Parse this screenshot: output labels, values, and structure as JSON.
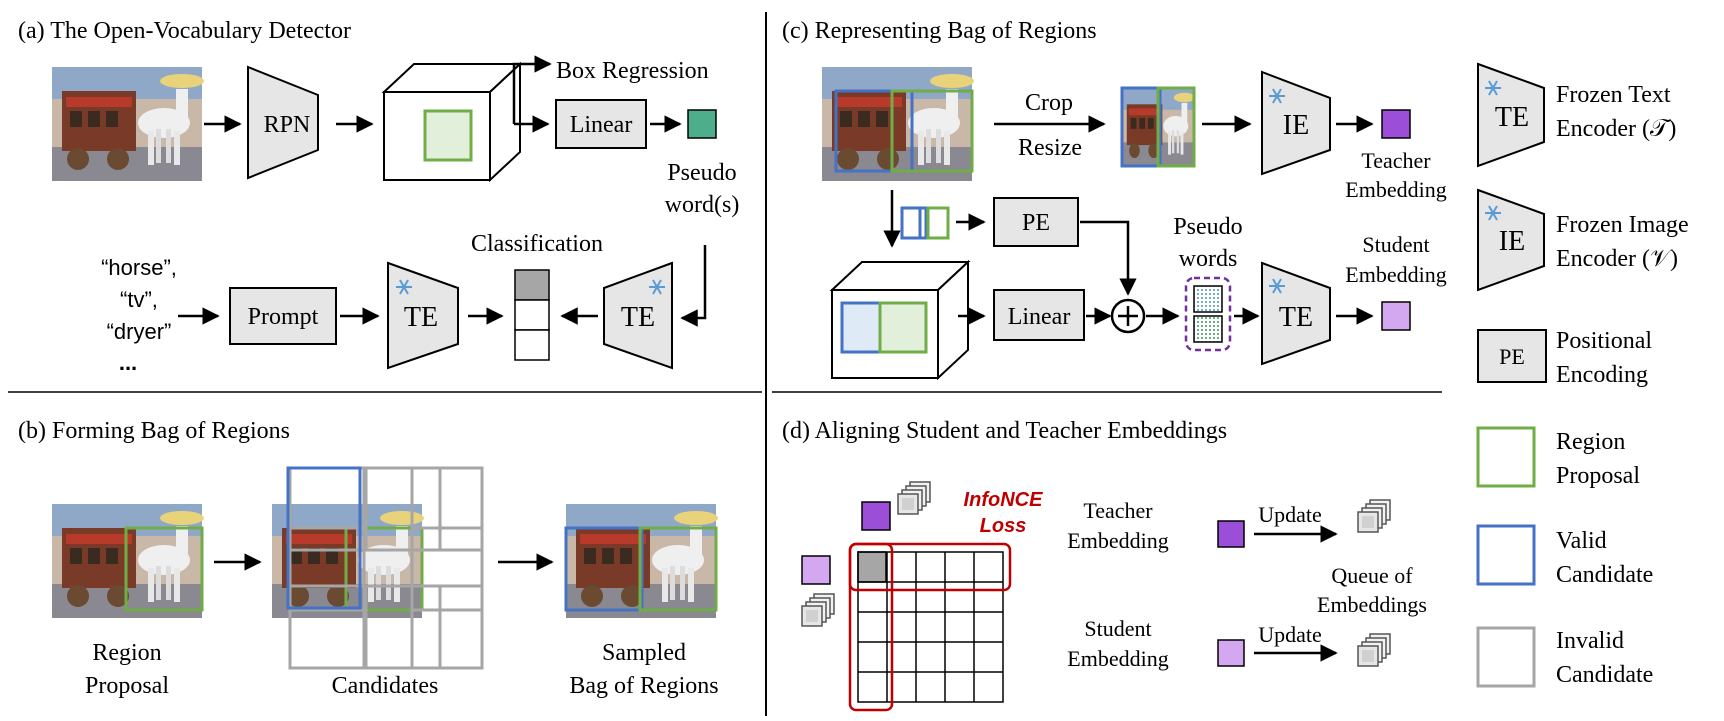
{
  "panels": {
    "a": {
      "title": "(a) The Open-Vocabulary Detector",
      "rpn": "RPN",
      "box_regression": "Box Regression",
      "linear": "Linear",
      "pseudo": "Pseudo",
      "words": "word(s)",
      "classification": "Classification",
      "prompt": "Prompt",
      "te": "TE",
      "vocab": [
        "“horse”,",
        "“tv”,",
        "“dryer”",
        "..."
      ]
    },
    "b": {
      "title": "(b) Forming Bag of Regions",
      "region": "Region",
      "proposal": "Proposal",
      "candidates": "Candidates",
      "sampled": "Sampled",
      "bag": "Bag of Regions"
    },
    "c": {
      "title": "(c) Representing Bag of Regions",
      "crop": "Crop",
      "resize": "Resize",
      "ie": "IE",
      "teacher": "Teacher",
      "embedding": "Embedding",
      "pe": "PE",
      "pseudo": "Pseudo",
      "words": "words",
      "student": "Student",
      "linear": "Linear",
      "te": "TE"
    },
    "d": {
      "title": "(d) Aligning Student and Teacher Embeddings",
      "loss1": "InfoNCE",
      "loss2": "Loss",
      "teacher": "Teacher",
      "student": "Student",
      "embedding": "Embedding",
      "update": "Update",
      "queue1": "Queue of",
      "queue2": "Embeddings"
    }
  },
  "legend": {
    "te_label": "TE",
    "te_text1": "Frozen Text",
    "te_text2": "Encoder (𝒯)",
    "ie_label": "IE",
    "ie_text1": "Frozen Image",
    "ie_text2": "Encoder (𝒱)",
    "pe_label": "PE",
    "pe_text1": "Positional",
    "pe_text2": "Encoding",
    "rp_text1": "Region",
    "rp_text2": "Proposal",
    "vc_text1": "Valid",
    "vc_text2": "Candidate",
    "ic_text1": "Invalid",
    "ic_text2": "Candidate"
  },
  "colors": {
    "green": "#70AD47",
    "blue": "#4472C4",
    "gray": "#A6A6A6",
    "purple_dark": "#9B4FD8",
    "purple_light": "#D4A8F0",
    "teal": "#4EAE8C",
    "red": "#C00000",
    "module_fill": "#E7E6E6",
    "snow": "#5B9BD5"
  }
}
